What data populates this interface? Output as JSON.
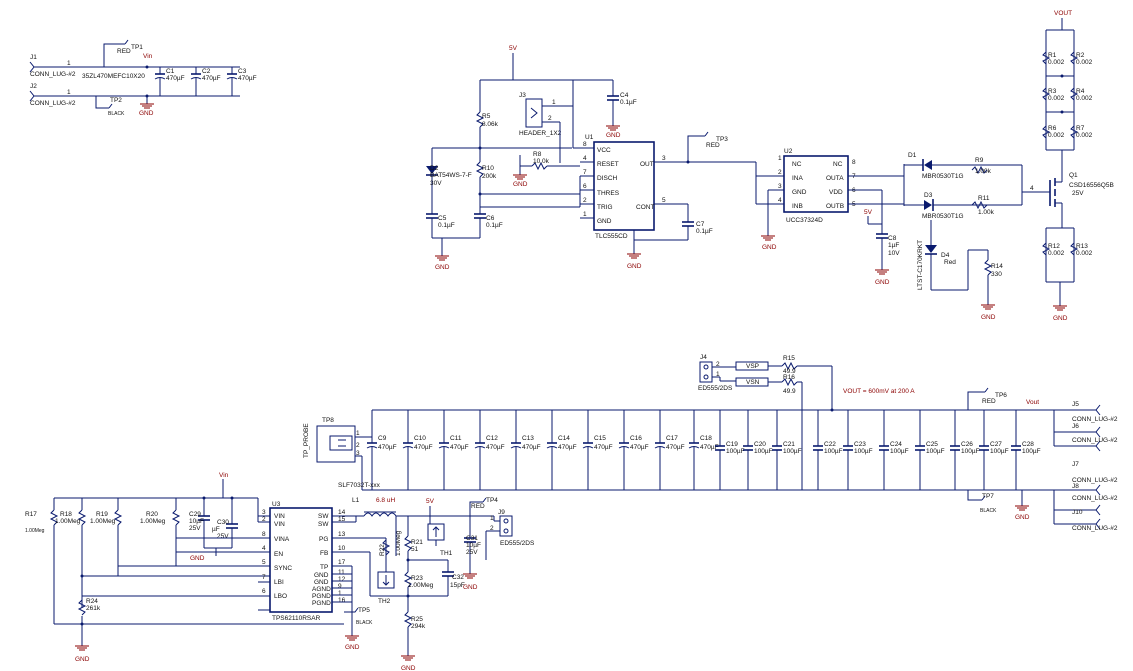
{
  "labels": {
    "J1": "J1",
    "J1_part": "CONN_LUG-#2",
    "J2": "J2",
    "J2_part": "CONN_LUG-#2",
    "TP1": "TP1",
    "TP1_part": "RED",
    "TP2": "TP2",
    "TP2_part": "BLACK",
    "cap_part": "35ZL470MEFC10X20",
    "C1": "C1",
    "C1_v": "470µF",
    "C2": "C2",
    "C2_v": "470µF",
    "C3": "C3",
    "C3_v": "470µF",
    "vin": "Vin",
    "gnd": "GND",
    "five_v": "5V",
    "vout_net": "VOUT",
    "vout_small": "Vout",
    "J3": "J3",
    "J3_part": "HEADER_1X2",
    "R5": "R5",
    "R5_v": "8.06k",
    "R10": "R10",
    "R10_v": "200k",
    "D2": "D2",
    "D2_part": "BAT54WS-7-F",
    "D2_v": "30V",
    "R8": "R8",
    "R8_v": "10.0k",
    "C4": "C4",
    "C4_v": "0.1µF",
    "C5": "C5",
    "C5_v": "0.1µF",
    "C6": "C6",
    "C6_v": "0.1µF",
    "C7": "C7",
    "C7_v": "0.1µF",
    "U1": "U1",
    "U1_part": "TLC555CD",
    "U1_vcc": "VCC",
    "U1_reset": "RESET",
    "U1_disch": "DISCH",
    "U1_thres": "THRES",
    "U1_trig": "TRIG",
    "U1_gnd": "GND",
    "U1_out": "OUT",
    "U1_cont": "CONT",
    "TP3": "TP3",
    "TP3_part": "RED",
    "U2": "U2",
    "U2_part": "UCC37324D",
    "U2_nc1": "NC",
    "U2_ina": "INA",
    "U2_gnd": "GND",
    "U2_inb": "INB",
    "U2_nc2": "NC",
    "U2_outa": "OUTA",
    "U2_vdd": "VDD",
    "U2_outb": "OUTB",
    "C8": "C8",
    "C8_v": "1µF",
    "C8_v2": "10V",
    "D1": "D1",
    "D1_part": "MBR0530T1G",
    "D3": "D3",
    "D3_part": "MBR0530T1G",
    "R9": "R9",
    "R9_v": "1.00k",
    "R11": "R11",
    "R11_v": "1.00k",
    "D4": "D4",
    "D4_part": "LTST-C170KRKT",
    "D4_v": "Red",
    "R14": "R14",
    "R14_v": "330",
    "R1": "R1",
    "R1_v": "0.002",
    "R2": "R2",
    "R2_v": "0.002",
    "R3": "R3",
    "R3_v": "0.002",
    "R4": "R4",
    "R4_v": "0.002",
    "R6": "R6",
    "R6_v": "0.002",
    "R7": "R7",
    "R7_v": "0.002",
    "R12": "R12",
    "R12_v": "0.002",
    "R13": "R13",
    "R13_v": "0.002",
    "Q1": "Q1",
    "Q1_part": "CSD16556Q5B",
    "Q1_v": "25V",
    "J4": "J4",
    "J4_part": "ED555/2DS",
    "VSP": "VSP",
    "VSN": "VSN",
    "R15": "R15",
    "R15_v": "49.9",
    "R16": "R16",
    "R16_v": "49.9",
    "vout_note": "VOUT = 600mV at 200 A",
    "TP8": "TP8",
    "TP8_part": "TP_PROBE",
    "TP6": "TP6",
    "TP6_part": "RED",
    "TP7": "TP7",
    "TP7_part": "BLACK",
    "J5": "J5",
    "J6": "J6",
    "J7": "J7",
    "J8": "J8",
    "J9": "J9",
    "J10": "J10",
    "conn_lug": "CONN_LUG-#2",
    "U3": "U3",
    "U3_part": "TPS62110RSAR",
    "U3_vin1": "VIN",
    "U3_vin2": "VIN",
    "U3_vina": "VINA",
    "U3_en": "EN",
    "U3_sync": "SYNC",
    "U3_lbi": "LBI",
    "U3_lbo": "LBO",
    "U3_sw1": "SW",
    "U3_sw2": "SW",
    "U3_pg": "PG",
    "U3_fb": "FB",
    "U3_tp": "TP",
    "U3_gnd1": "GND",
    "U3_gnd2": "GND",
    "U3_agnd": "AGND",
    "U3_pgnd1": "PGND",
    "U3_pgnd2": "PGND",
    "L1": "L1",
    "L1_part": "SLF7032T-xxx",
    "L1_v": "6.8 uH",
    "R17": "R17",
    "R17_v": "1.00Meg",
    "R18": "R18",
    "R18_v": "1.00Meg",
    "R19": "R19",
    "R19_v": "1.00Meg",
    "R20": "R20",
    "R20_v": "1.00Meg",
    "R24": "R24",
    "R24_v": "261k",
    "R21": "R21",
    "R21_v": "51",
    "R22": "R22",
    "R22_v": "1.00Meg",
    "R23": "R23",
    "R23_v": "1.00Meg",
    "R25": "R25",
    "R25_v": "294k",
    "C29": "C29",
    "C29_v": "10µF",
    "C29_v2": "25V",
    "C30": "C30",
    "C30_v": "µF",
    "C30_v2": "25V",
    "C31": "C31",
    "C31_v": "10µF",
    "C31_v2": "25V",
    "C32": "C32",
    "C32_v": "15pF",
    "TH1": "TH1",
    "TH2": "TH2",
    "TP4": "TP4",
    "TP4_part": "RED",
    "TP5": "TP5",
    "TP5_part": "BLACK",
    "J9_part": "ED555/2DS",
    "C9": "C9",
    "C10": "C10",
    "C11": "C11",
    "C12": "C12",
    "C13": "C13",
    "C14": "C14",
    "C15": "C15",
    "C16": "C16",
    "C17": "C17",
    "C18": "C18",
    "C19": "C19",
    "C20": "C20",
    "C21": "C21",
    "C22": "C22",
    "C23": "C23",
    "C24": "C24",
    "C25": "C25",
    "C26": "C26",
    "C27": "C27",
    "C28": "C28",
    "uf470": "470µF",
    "uf100": "100µF"
  }
}
